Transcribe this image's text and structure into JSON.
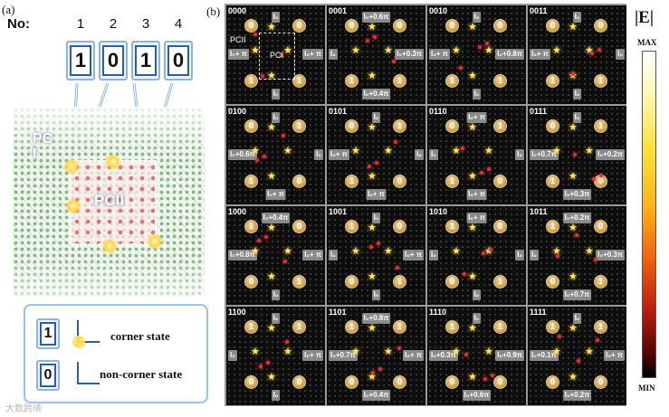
{
  "panel_a": {
    "label": "(a)",
    "no_label": "No:",
    "positions": [
      "1",
      "2",
      "3",
      "4"
    ],
    "bits": [
      "1",
      "0",
      "1",
      "0"
    ],
    "pci_label": "PC\nI",
    "pcii_label": "PCII",
    "legend": {
      "one_bit": "1",
      "one_text": "corner state",
      "zero_bit": "0",
      "zero_text": "non-corner state"
    }
  },
  "panel_b": {
    "label": "(b)",
    "pcii_label": "PCII",
    "pci_label": "PCI",
    "cells": [
      {
        "code": "0000",
        "coins": [
          "0",
          "1",
          "0",
          "1"
        ],
        "phases": {
          "top": "I0",
          "left": "I0+ π",
          "right": "I0+ π",
          "bottom": "I0"
        }
      },
      {
        "code": "0001",
        "coins": [
          "0",
          "1",
          "0",
          "1"
        ],
        "phases": {
          "top": "I0+0.6π",
          "left": "I0",
          "right": "I0+0.3π",
          "bottom": "I0+0.4π"
        }
      },
      {
        "code": "0010",
        "coins": [
          "0",
          "1",
          "0",
          "1"
        ],
        "phases": {
          "top": "I0",
          "left": "I0+ π",
          "right": "I0+0.8π",
          "bottom": "I0"
        }
      },
      {
        "code": "0011",
        "coins": [
          "0",
          "1",
          "0",
          "1"
        ],
        "phases": {
          "top": "I0",
          "left": "I0+ π",
          "right": "I0",
          "bottom": "I0"
        }
      },
      {
        "code": "0100",
        "coins": [
          "0",
          "1",
          "1",
          "0"
        ],
        "phases": {
          "top": "I0",
          "left": "I0+0.6π",
          "right": "I0",
          "bottom": "I0+ π"
        }
      },
      {
        "code": "0101",
        "coins": [
          "0",
          "1",
          "1",
          "0"
        ],
        "phases": {
          "top": "I0",
          "left": "I0+ π",
          "right": "I0",
          "bottom": "I0+ π"
        }
      },
      {
        "code": "0110",
        "coins": [
          "0",
          "1",
          "1",
          "0"
        ],
        "phases": {
          "top": "I0+ π",
          "left": "I0",
          "right": "I0",
          "bottom": "I0+ π"
        }
      },
      {
        "code": "0111",
        "coins": [
          "0",
          "1",
          "1",
          "0"
        ],
        "phases": {
          "top": "I0",
          "left": "I0+0.7π",
          "right": "I0+0.2π",
          "bottom": "I0+0.3π"
        }
      },
      {
        "code": "1000",
        "coins": [
          "1",
          "0",
          "0",
          "1"
        ],
        "phases": {
          "top": "I0+0.4π",
          "left": "I0+0.8π",
          "right": "I0+ π",
          "bottom": "I0"
        }
      },
      {
        "code": "1001",
        "coins": [
          "1",
          "0",
          "0",
          "1"
        ],
        "phases": {
          "top": "I0",
          "left": "I0",
          "right": "I0+ π",
          "bottom": "I0"
        }
      },
      {
        "code": "1010",
        "coins": [
          "1",
          "0",
          "0",
          "1"
        ],
        "phases": {
          "top": "I0+ π",
          "left": "I0",
          "right": "I0",
          "bottom": "I0"
        }
      },
      {
        "code": "1011",
        "coins": [
          "1",
          "0",
          "0",
          "1"
        ],
        "phases": {
          "top": "I0+0.2π",
          "left": "I0",
          "right": "I0+0.3π",
          "bottom": "I0+0.7π"
        }
      },
      {
        "code": "1100",
        "coins": [
          "1",
          "0",
          "1",
          "0"
        ],
        "phases": {
          "top": "I0",
          "left": "I0",
          "right": "I0+ π",
          "bottom": "I0"
        }
      },
      {
        "code": "1101",
        "coins": [
          "1",
          "0",
          "1",
          "0"
        ],
        "phases": {
          "top": "I0+0.8π",
          "left": "I0+0.7π",
          "right": "I0+ π",
          "bottom": "I0+0.4π"
        }
      },
      {
        "code": "1110",
        "coins": [
          "1",
          "0",
          "1",
          "0"
        ],
        "phases": {
          "top": "I0",
          "left": "I0+0.3π",
          "right": "I0+0.9π",
          "bottom": "I0+0.6π"
        }
      },
      {
        "code": "1111",
        "coins": [
          "1",
          "0",
          "1",
          "0"
        ],
        "phases": {
          "top": "I0",
          "left": "I0+0.1π",
          "right": "I0+ π",
          "bottom": "I0+0.2π"
        }
      }
    ]
  },
  "colorbar": {
    "title": "|E|",
    "max_label": "MAX",
    "min_label": "MIN"
  },
  "colors": {
    "frame_blue": "#2a5fa8",
    "frame_light_blue": "#8fb3e0",
    "cell_background": "#0d0d0d",
    "coin_gold": "#c99a4c",
    "phase_gray": "#8a8a8a",
    "hotspot": "#ffe36a"
  },
  "watermark": "大数跨境"
}
